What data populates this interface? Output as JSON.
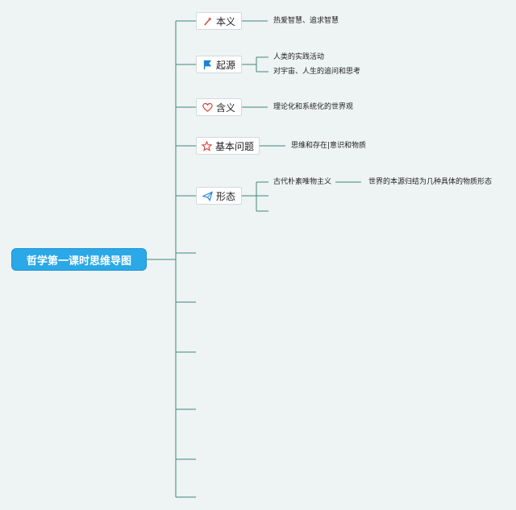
{
  "root": {
    "label": "哲学第一课时思维导图"
  },
  "branches": [
    {
      "label": "本义",
      "icon": "magic-wand-icon",
      "leaves": [
        "热爱智慧、追求智慧"
      ]
    },
    {
      "label": "起源",
      "icon": "flag-icon",
      "leaves": [
        "人类的实践活动",
        "对宇宙、人生的追问和思考"
      ]
    },
    {
      "label": "含义",
      "icon": "heart-icon",
      "leaves": [
        "理论化和系统化的世界观"
      ]
    },
    {
      "label": "基本问题",
      "icon": "star-icon",
      "leaves": [
        "思维和存在|意识和物质"
      ]
    },
    {
      "label": "形态",
      "icon": "paper-plane-icon",
      "leaves": [
        "古代朴素唯物主义"
      ],
      "sub_leaf": "世界的本源归结为几种具体的物质形态"
    }
  ],
  "colors": {
    "line": "#3f8a75",
    "root": "#2aa8e8",
    "background": "#eef3f4"
  }
}
